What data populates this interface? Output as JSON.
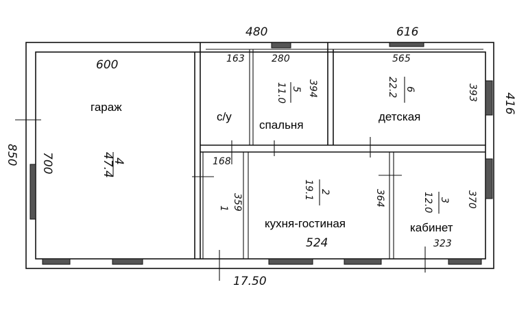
{
  "plan": {
    "overall_width": "17.50",
    "overall_depth": "850",
    "top_dim_left": "480",
    "top_dim_right": "616",
    "right_dim": "416",
    "rooms": [
      {
        "name": "гараж",
        "number": "4",
        "area": "47.4",
        "width": "600",
        "depth": "700"
      },
      {
        "name": "с/у",
        "width": "163"
      },
      {
        "name": "спальня",
        "number": "5",
        "area": "11.0",
        "width": "280",
        "depth": "394"
      },
      {
        "name": "детская",
        "number": "6",
        "area": "22.2",
        "width": "565",
        "depth": "393"
      },
      {
        "name": "",
        "number": "1",
        "width": "168",
        "depth": "359"
      },
      {
        "name": "кухня-гостиная",
        "number": "2",
        "area": "19.1",
        "width": "524",
        "depth": "364"
      },
      {
        "name": "кабинет",
        "number": "3",
        "area": "12.0",
        "width": "323",
        "depth": "370"
      }
    ]
  }
}
